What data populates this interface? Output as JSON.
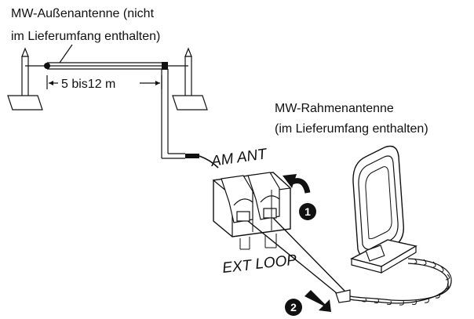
{
  "outdoor_antenna": {
    "label_line1": "MW-Außenantenne (nicht",
    "label_line2": "im Lieferumfang enthalten)",
    "distance": "5 bis12 m"
  },
  "loop_antenna": {
    "label_line1": "MW-Rahmenantenne",
    "label_line2": "(im Lieferumfang enthalten)"
  },
  "terminal": {
    "title": "AM ANT",
    "ext_label": "EXT",
    "loop_label": "LOOP"
  },
  "steps": {
    "step1": "1",
    "step2": "2"
  }
}
